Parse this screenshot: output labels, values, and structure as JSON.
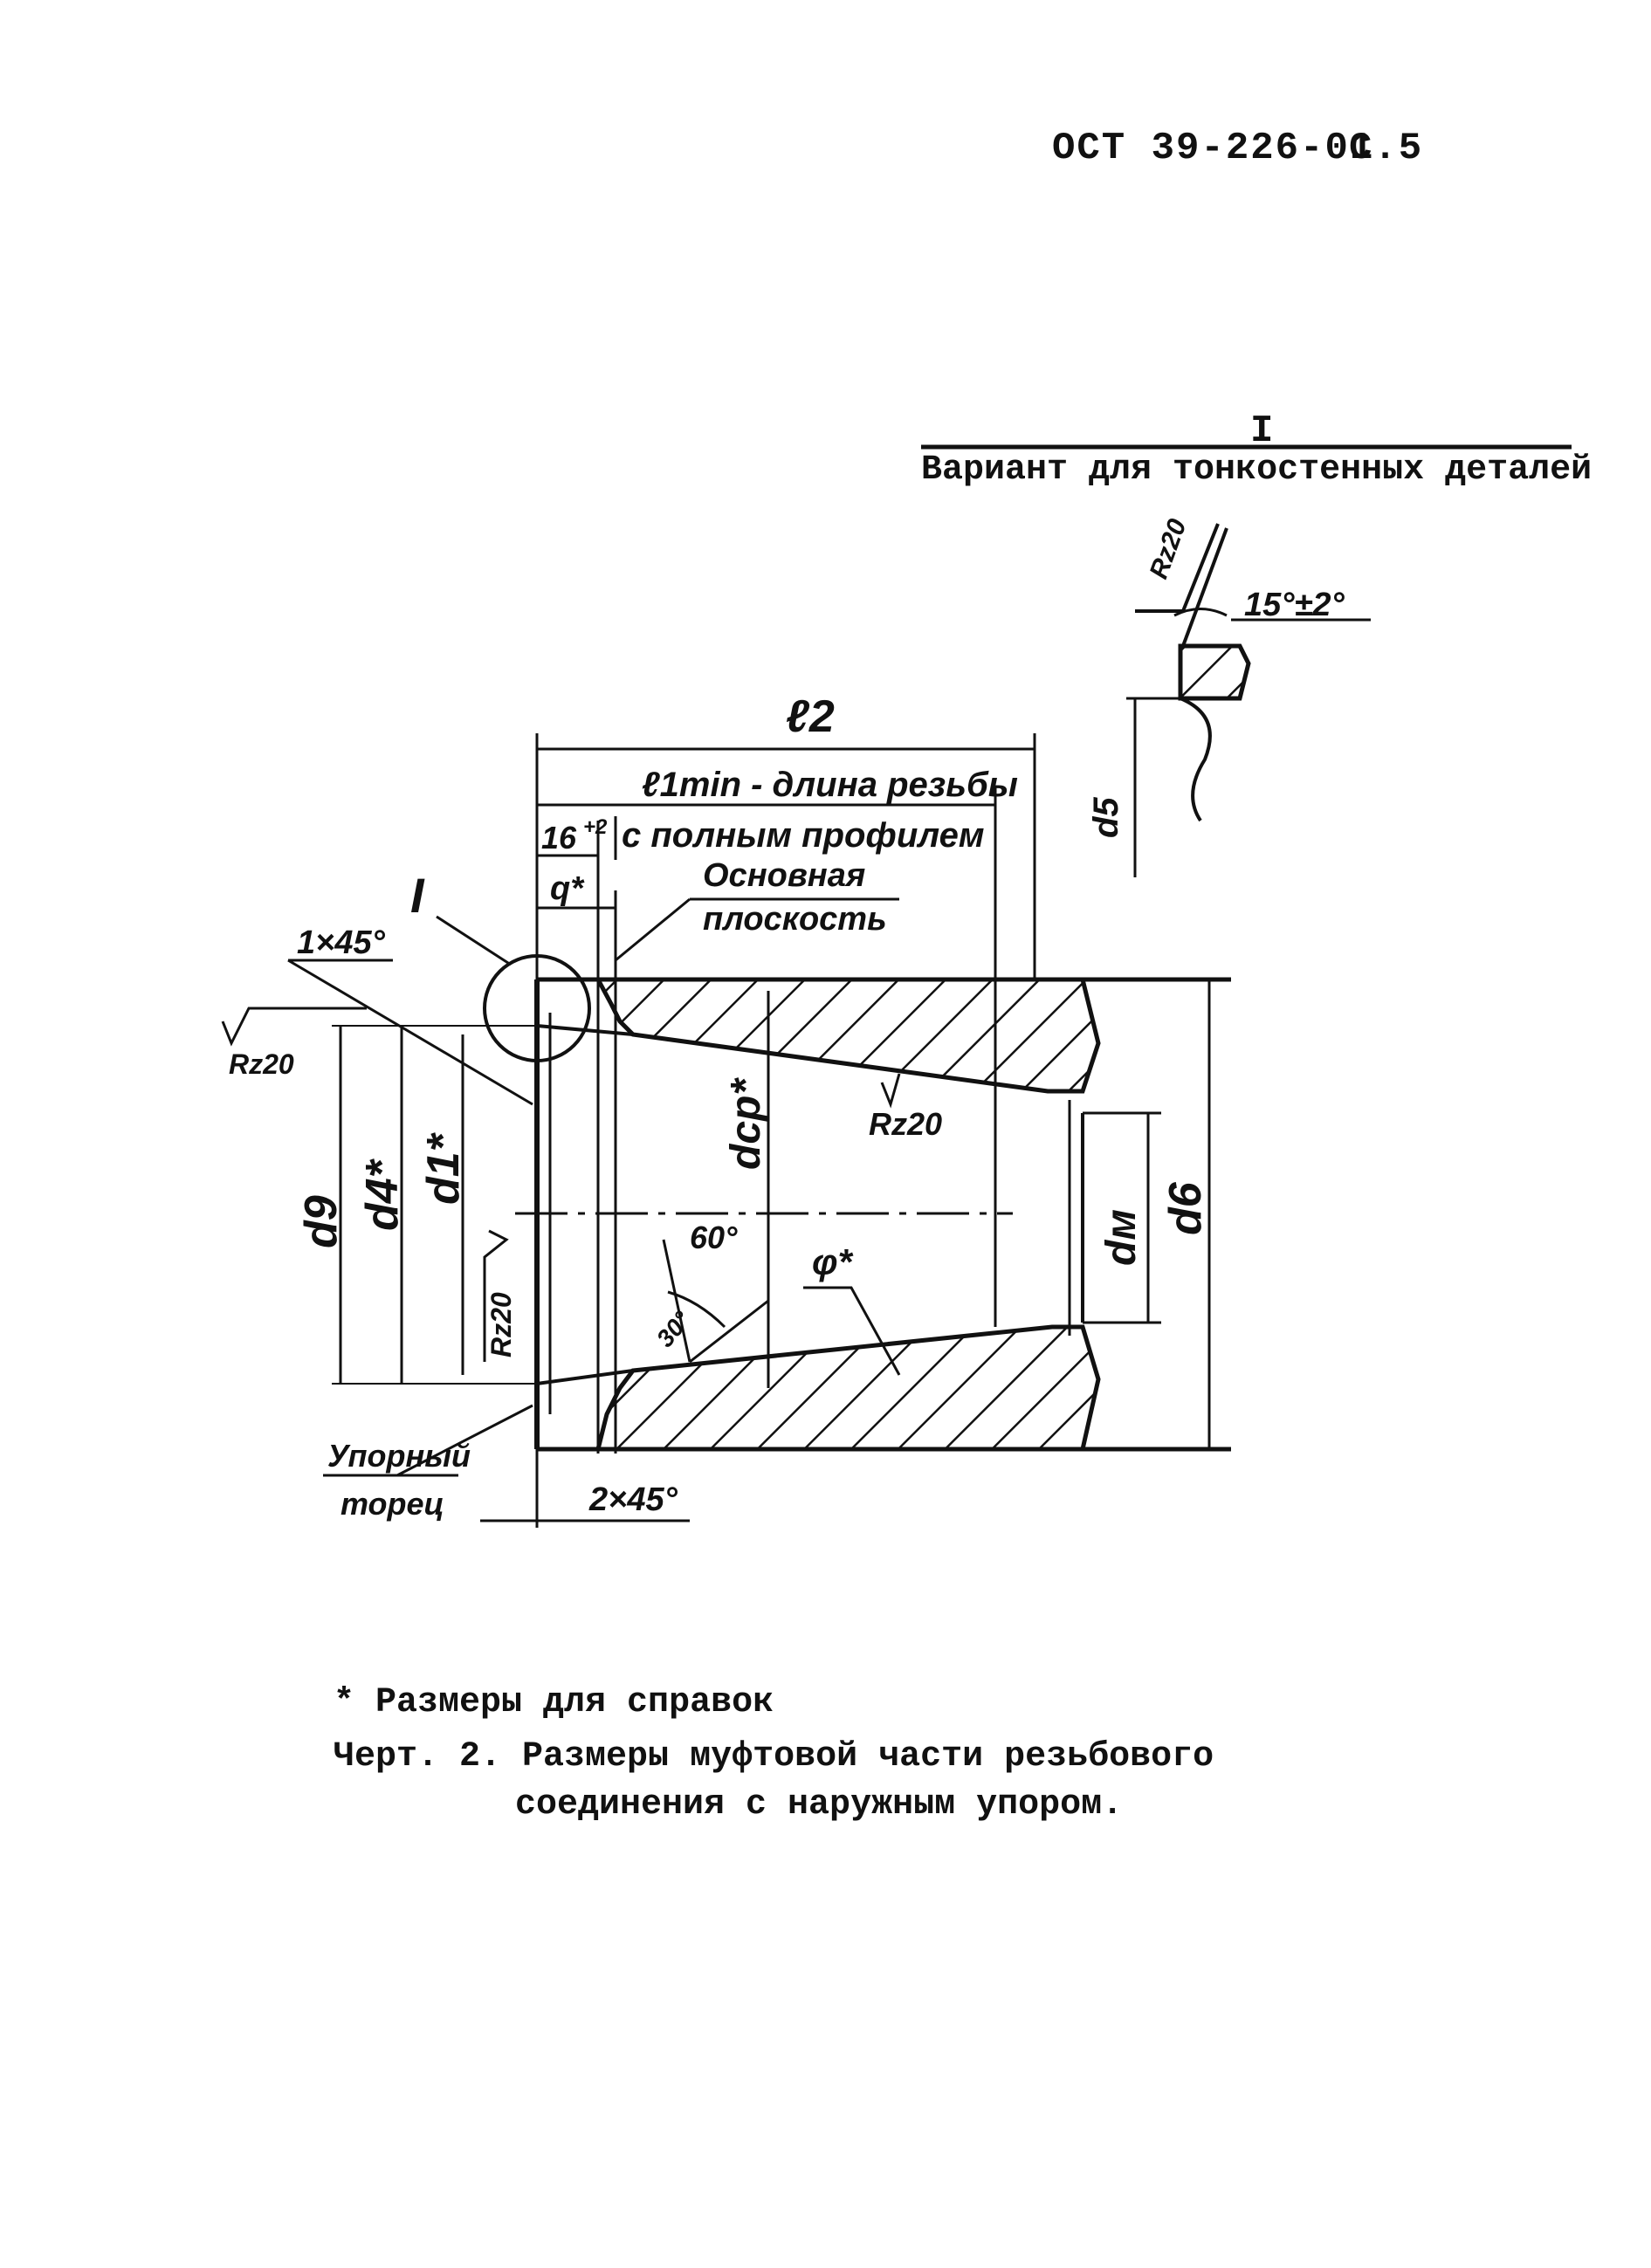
{
  "header": {
    "doc_number": "ОСТ 39-226-01",
    "page": "С.5"
  },
  "detail_view": {
    "marker": "I",
    "title": "Вариант для тонкостенных деталей",
    "roughness": "Rz20",
    "angle": "15°±2°",
    "diameter": "d5"
  },
  "drawing": {
    "l2": "ℓ2",
    "l1min": "ℓ1min - длина резьбы",
    "full_profile": "с полным профилем",
    "dim_16": "16",
    "dim_16_tol": "+2",
    "dim_q": "q*",
    "base_plane_line1": "Основная",
    "base_plane_line2": "плоскость",
    "marker_I": "I",
    "chamfer_top": "1×45°",
    "rz_left": "Rz20",
    "rz_thread": "Rz20",
    "rz_face": "Rz20",
    "d9": "d9",
    "d4": "d4*",
    "d1": "d1*",
    "dcp": "dcp*",
    "angle_60": "60°",
    "angle_30": "30°",
    "phi": "φ*",
    "dm": "dм",
    "d6": "d6",
    "stop_face_line1": "Упорный",
    "stop_face_line2": "торец",
    "chamfer_bottom": "2×45°"
  },
  "footnote": "* Размеры для справок",
  "caption_line1": "Черт. 2. Размеры муфтовой части резьбового",
  "caption_line2": "соединения с наружным упором."
}
